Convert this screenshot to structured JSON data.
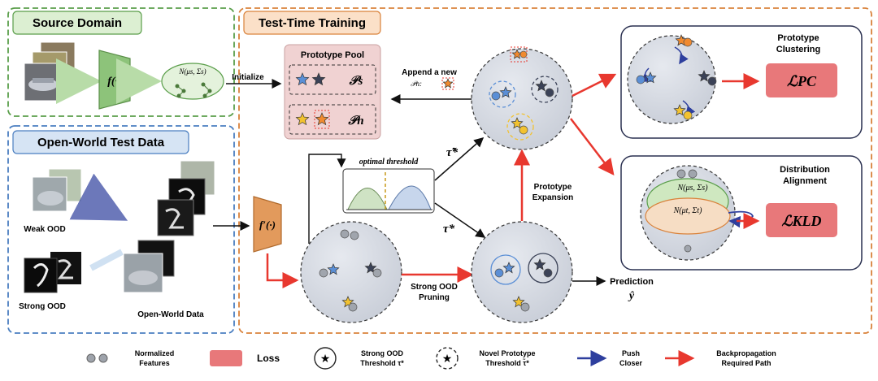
{
  "panels": {
    "source_domain": "Source Domain",
    "open_world": "Open-World Test Data",
    "test_time": "Test-Time Training"
  },
  "source": {
    "encoder": "f(·)",
    "gaussian": "N(μs, Σs)",
    "initialize": "Initialize"
  },
  "open_world_labels": {
    "weak": "Weak OOD",
    "strong": "Strong OOD",
    "data": "Open-World Data",
    "encoder": "f′(·)"
  },
  "prototype_pool": {
    "title": "Prototype Pool",
    "ps": "𝒫s",
    "pn": "𝒫n"
  },
  "center": {
    "append_line1": "Append a new",
    "append_line2": "𝒫n:",
    "optimal_threshold": "optimal threshold",
    "tau_tilde": "τ̃*",
    "tau": "τ*",
    "expansion_l1": "Prototype",
    "expansion_l2": "Expansion",
    "pruning_l1": "Strong OOD",
    "pruning_l2": "Pruning",
    "prediction": "Prediction",
    "y_hat": "ŷ"
  },
  "right": {
    "clustering_l1": "Prototype",
    "clustering_l2": "Clustering",
    "loss_pc": "ℒPC",
    "alignment_l1": "Distribution",
    "alignment_l2": "Alignment",
    "gauss_s": "N(μs, Σs)",
    "gauss_t": "N(μt, Σt)",
    "loss_kld": "ℒKLD"
  },
  "legend": {
    "features_l1": "Normalized",
    "features_l2": "Features",
    "loss": "Loss",
    "strong_l1": "Strong OOD",
    "strong_l2": "Threshold τ*",
    "novel_l1": "Novel Prototype",
    "novel_l2": "Threshold τ̃*",
    "push_l1": "Push",
    "push_l2": "Closer",
    "backprop_l1": "Backpropagation",
    "backprop_l2": "Required Path"
  },
  "colors": {
    "green_border": "#5a9e4a",
    "blue_border": "#4a7ec0",
    "orange_border": "#d9823b",
    "loss_fill": "#e8787a",
    "arrow_red": "#e8382f",
    "push_blue": "#2e3f9e",
    "star_blue": "#5b8fd6",
    "star_dark": "#3b4257",
    "star_yellow": "#f2c230",
    "star_orange": "#f08a30"
  }
}
